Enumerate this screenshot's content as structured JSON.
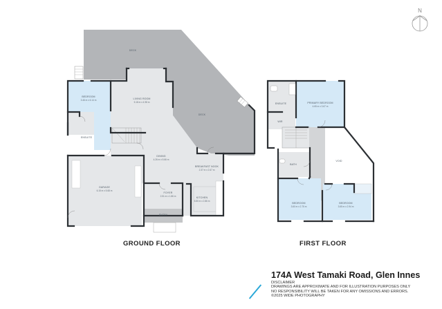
{
  "compass": {
    "label": "N",
    "icon": "north-arrow-icon"
  },
  "ground_floor": {
    "title": "GROUND FLOOR",
    "rooms": [
      {
        "name": "DECK",
        "dims": ""
      },
      {
        "name": "DECK",
        "dims": ""
      },
      {
        "name": "BEDROOM",
        "dims": "3.46 m x 6.14 m"
      },
      {
        "name": "LIVING ROOM",
        "dims": "5.18 m x 4.98 m"
      },
      {
        "name": "ENSUITE",
        "dims": ""
      },
      {
        "name": "DINING",
        "dims": "4.26 m x 5.66 m"
      },
      {
        "name": "BREAKFAST NOOK",
        "dims": "2.37 m x 2.67 m"
      },
      {
        "name": "GARAGE",
        "dims": "6.15 m x 5.68 m"
      },
      {
        "name": "FOYER",
        "dims": "2.51 m x 1.86 m"
      },
      {
        "name": "KITCHEN",
        "dims": "5.80 m x 2.86 m"
      },
      {
        "name": "ENTRY",
        "dims": ""
      }
    ]
  },
  "first_floor": {
    "title": "FIRST FLOOR",
    "rooms": [
      {
        "name": "ENSUITE",
        "dims": ""
      },
      {
        "name": "PRIMARY BEDROOM",
        "dims": "4.65 m x 3.67 m"
      },
      {
        "name": "WIR",
        "dims": ""
      },
      {
        "name": "VOID",
        "dims": ""
      },
      {
        "name": "BATH",
        "dims": ""
      },
      {
        "name": "BEDROOM",
        "dims": "3.60 m x 2.75 m"
      },
      {
        "name": "BEDROOM",
        "dims": "3.65 m x 2.94 m"
      }
    ]
  },
  "footer": {
    "address": "174A West Tamaki Road, Glen Innes",
    "disclaimer_title": "DISCLAIMER",
    "disclaimer_line1": "DRAWINGS ARE APPROXIMATE AND FOR ILLUSTRATION PURPOSES ONLY",
    "disclaimer_line2": "NO RESPONSIBILITY WILL BE TAKEN FOR ANY OMISSIONS AND ERRORS.",
    "copyright": "©2025 WIDE PHOTOGRAPHY",
    "accent_color": "#2aa8d8"
  },
  "colors": {
    "deck": "#b3b5b8",
    "interior": "#e5e7e9",
    "bedroom": "#d5e9f7",
    "entry": "#c4c6c8",
    "wall": "#2b2f33"
  }
}
